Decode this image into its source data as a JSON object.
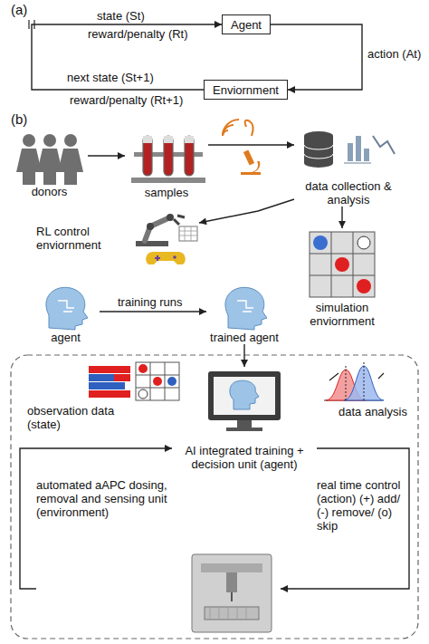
{
  "diagram": {
    "nodes": [
      {
        "text": [
          "Agent"
        ]
      },
      {
        "text": [
          "Enviornment"
        ]
      },
      {
        "text": [
          "donors"
        ]
      },
      {
        "text": [
          "samples"
        ]
      },
      {
        "text": [
          "data collection & analysis"
        ]
      },
      {
        "text": [
          "RL control enviornment"
        ]
      },
      {
        "text": [
          "simulation enviornment"
        ]
      },
      {
        "text": [
          "agent"
        ]
      },
      {
        "text": [
          "trained agent"
        ]
      },
      {
        "text": [
          "AI integrated training + decision unit (agent)"
        ]
      },
      {
        "text": [
          "automated aAPC dosing, removal and sensing unit (environment)"
        ]
      }
    ],
    "edges": [
      {
        "from": 0,
        "to": 1,
        "arrow": "to",
        "label": "action (At)"
      },
      {
        "from": 1,
        "to": 0,
        "arrow": "to",
        "label": "next state (St+1)"
      },
      {
        "from": 2,
        "to": 3,
        "arrow": "to"
      },
      {
        "from": 3,
        "to": 4,
        "arrow": "to"
      },
      {
        "from": 4,
        "to": 6,
        "arrow": "to"
      },
      {
        "from": 4,
        "to": 5,
        "arrow": "to"
      },
      {
        "from": 7,
        "to": 8,
        "arrow": "to",
        "label": "training runs"
      },
      {
        "from": 8,
        "to": 9,
        "arrow": "to"
      },
      {
        "from": 9,
        "to": 10,
        "arrow": "to",
        "label": "real time control (action) (+) add/ (-) remove/ (o) skip"
      },
      {
        "from": 10,
        "to": 9,
        "arrow": "to",
        "label": "observation data (state)"
      }
    ],
    "labels": [
      "(a)",
      "state (St)",
      "reward/penalty (Rt)",
      "reward/penalty (Rt+1)",
      "(b)",
      "data analysis"
    ]
  }
}
